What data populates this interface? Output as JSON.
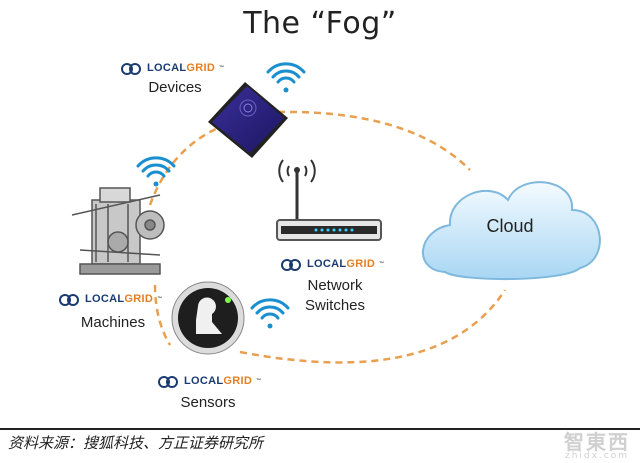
{
  "title": "The “Fog”",
  "brand": {
    "local": "LOCAL",
    "grid": "GRID",
    "tm": "™"
  },
  "nodes": {
    "devices": {
      "label": "Devices"
    },
    "network": {
      "label_line1": "Network",
      "label_line2": "Switches"
    },
    "machines": {
      "label": "Machines"
    },
    "sensors": {
      "label": "Sensors"
    },
    "cloud": {
      "label": "Cloud"
    }
  },
  "colors": {
    "link": "#e8a050",
    "wifi": "#1a8fd0",
    "brand_blue": "#1a3b70",
    "brand_orange": "#e67e22"
  },
  "footer": {
    "source": "资料来源：搜狐科技、方正证券研究所",
    "watermark_cn": "智東西",
    "watermark_en": "zhidx.com"
  }
}
